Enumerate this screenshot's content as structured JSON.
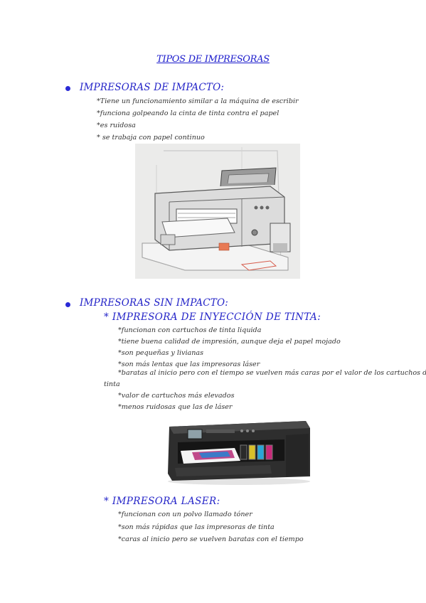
{
  "title": "TIPOS DE IMPRESORAS",
  "section1": {
    "heading": "IMPRESORAS DE IMPACTO:",
    "lines": [
      "*Tiene un funcionamiento similar a la máquina de escribir",
      "*funciona golpeando la cinta de tinta contra el papel",
      "*es ruidosa",
      "* se trabaja con papel continuo"
    ],
    "image_icon": "dot-matrix-printer-sketch"
  },
  "section2": {
    "heading": "IMPRESORAS SIN IMPACTO:",
    "inkjet": {
      "heading": "* IMPRESORA DE INYECCIÓN DE TINTA:",
      "lines": [
        "*funcionan con cartuchos de tinta liquida",
        "*tiene buena calidad de impresión, aunque deja el papel mojado",
        "*son pequeñas y livianas",
        "*son más lentas que las impresoras láser",
        "*baratas al inicio pero con el tiempo se vuelven más caras por el valor de los cartuchos de",
        "tinta",
        "*valor de cartuchos más elevados",
        "*menos ruidosas que las de láser"
      ],
      "image_icon": "inkjet-printer-photo"
    },
    "laser": {
      "heading": "* IMPRESORA LASER:",
      "lines": [
        "*funcionan con un polvo llamado tóner",
        "*son más rápidas que las impresoras de tinta",
        "*caras al inicio pero se vuelven baratas con el tiempo"
      ]
    }
  },
  "colors": {
    "heading": "#2424c8",
    "text": "#333333"
  }
}
